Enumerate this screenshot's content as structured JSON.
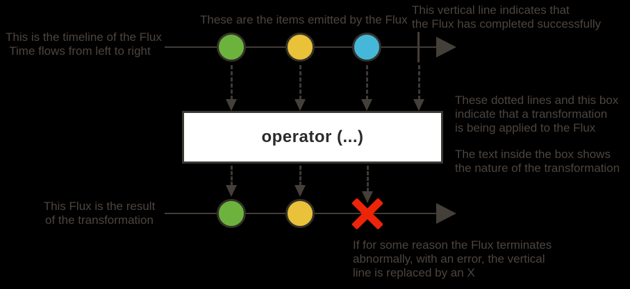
{
  "colors": {
    "background": "#000000",
    "annotation_text": "#4d453f",
    "line": "#413c37",
    "arrowhead": "#443f39",
    "marble_green": "#6cb33e",
    "marble_yellow": "#e9c23a",
    "marble_blue": "#45b8da",
    "error_red": "#ee2409",
    "box_background": "#ffffff",
    "box_border": "#3a3a35",
    "box_text": "#2b2b2b"
  },
  "annotations": {
    "timeline": {
      "lines": [
        "This is the timeline of the Flux",
        "Time flows from left to right"
      ]
    },
    "items": {
      "lines": [
        "These are the items emitted by the Flux"
      ]
    },
    "complete": {
      "lines": [
        "This vertical line indicates that",
        "the Flux has completed successfully"
      ]
    },
    "transform": {
      "lines": [
        "These dotted lines and this box",
        "indicate that a transformation",
        "is being applied to the Flux"
      ]
    },
    "box_text": {
      "lines": [
        "The text inside the box shows",
        "the nature of the transformation"
      ]
    },
    "result": {
      "lines": [
        "This Flux is the result",
        "of the transformation"
      ]
    },
    "error": {
      "lines": [
        "If for some reason the Flux terminates",
        "abnormally, with an error, the vertical",
        "line is replaced by an X"
      ]
    }
  },
  "operator_box": {
    "label": "operator (...)"
  },
  "source_flux": {
    "items": [
      "green",
      "yellow",
      "blue"
    ],
    "terminal": "complete"
  },
  "result_flux": {
    "items": [
      "green",
      "yellow"
    ],
    "terminal": "error"
  }
}
